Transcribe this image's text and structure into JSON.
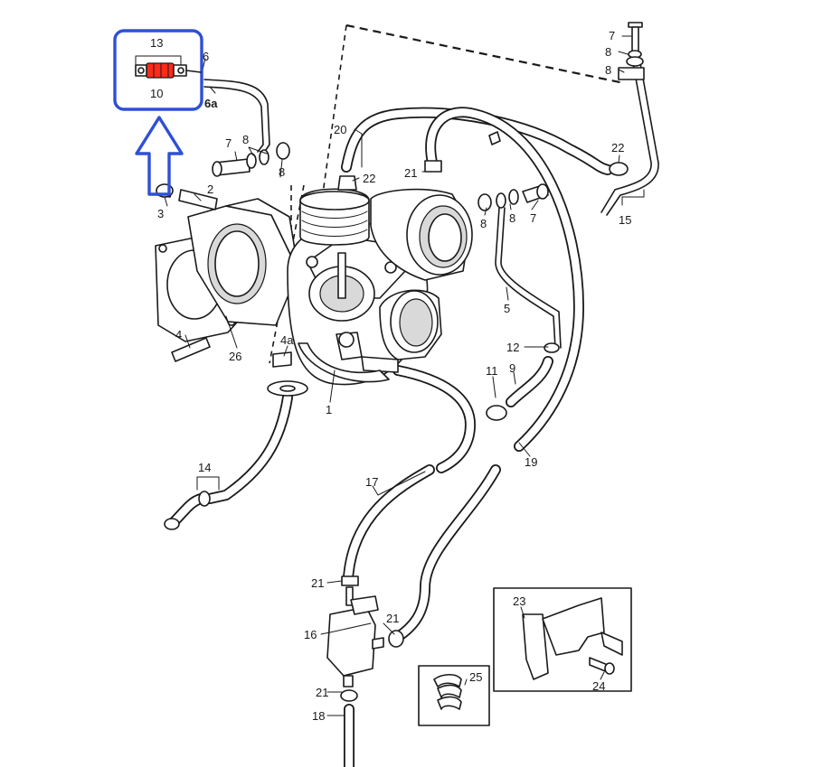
{
  "highlight": {
    "box_color": "#2f4fd6",
    "arrow_color": "#2f4fd6",
    "part_color": "#ff2a1a",
    "arrow_icon": "arrow-up-icon"
  },
  "labels": {
    "l1": "1",
    "l2": "2",
    "l3": "3",
    "l4": "4",
    "l4a": "4a",
    "l5": "5",
    "l6": "6",
    "l6a": "6a",
    "l7a": "7",
    "l7b": "7",
    "l7c": "7",
    "l8a": "8",
    "l8b": "8",
    "l8c": "8",
    "l8d": "8",
    "l8e": "8",
    "l8f": "8",
    "l9": "9",
    "l10": "10",
    "l11": "11",
    "l12": "12",
    "l13": "13",
    "l14": "14",
    "l15": "15",
    "l16": "16",
    "l17": "17",
    "l18": "18",
    "l19": "19",
    "l20": "20",
    "l21a": "21",
    "l21b": "21",
    "l21c": "21",
    "l21d": "21",
    "l22a": "22",
    "l22b": "22",
    "l23": "23",
    "l24": "24",
    "l25": "25",
    "l26": "26"
  }
}
